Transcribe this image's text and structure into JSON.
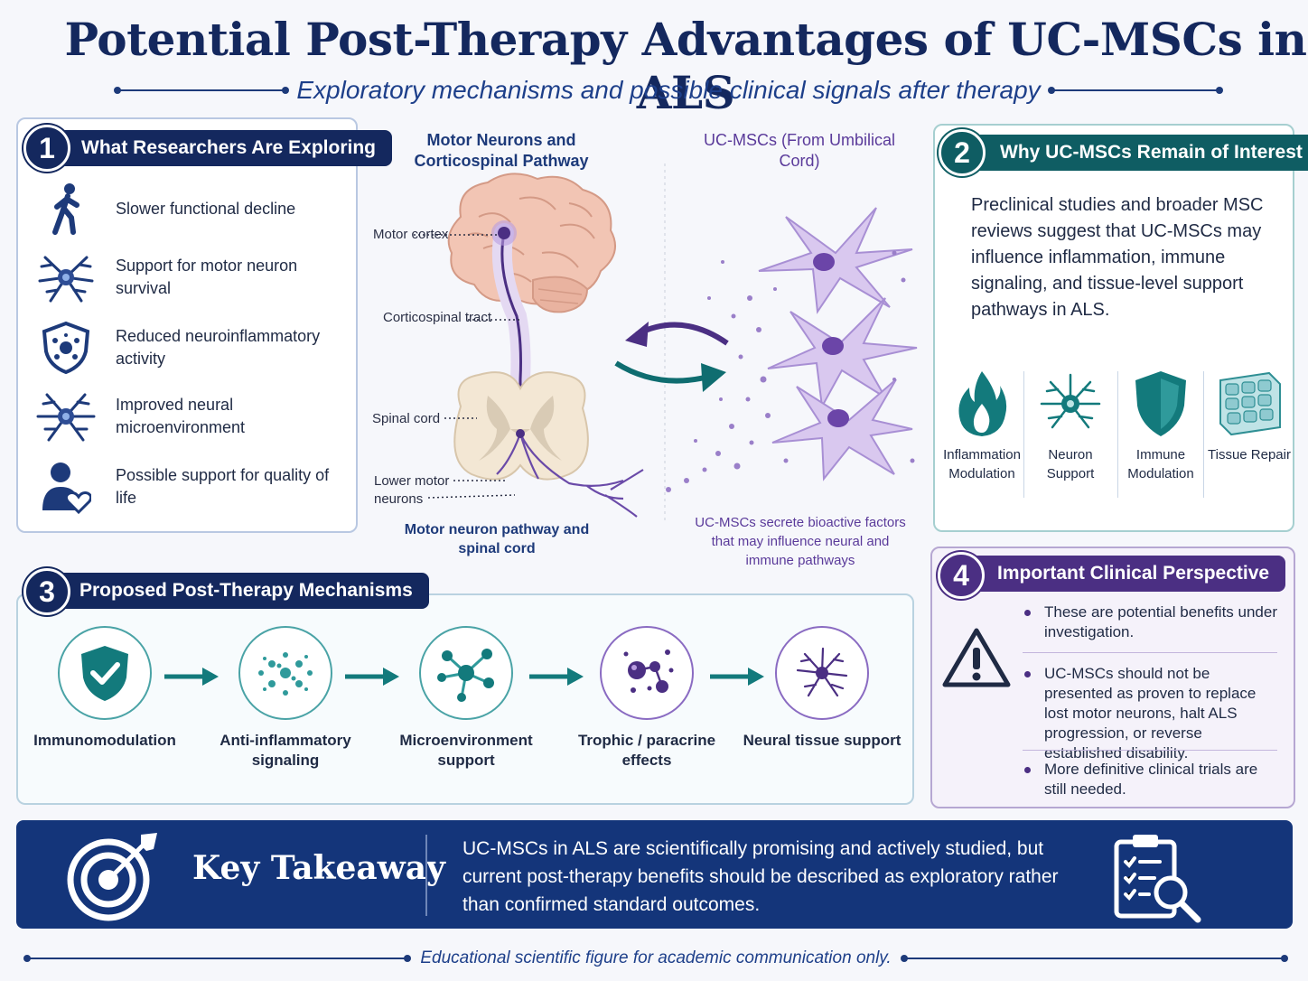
{
  "header": {
    "title": "Potential Post-Therapy Advantages of UC-MSCs in ALS",
    "subtitle": "Exploratory mechanisms and possible clinical signals after therapy"
  },
  "panel1": {
    "number": "1",
    "title": "What Researchers Are Exploring",
    "items": [
      {
        "label": "Slower functional decline",
        "icon": "walking-person-icon"
      },
      {
        "label": "Support for motor neuron survival",
        "icon": "neuron-icon"
      },
      {
        "label": "Reduced neuroinflammatory activity",
        "icon": "shield-cell-icon"
      },
      {
        "label": "Improved neural microenvironment",
        "icon": "neuron-icon"
      },
      {
        "label": "Possible support for quality of life",
        "icon": "person-heart-icon"
      }
    ]
  },
  "center": {
    "left_title": "Motor Neurons and Corticospinal Pathway",
    "right_title": "UC-MSCs (From Umbilical Cord)",
    "labels": {
      "motor_cortex": "Motor cortex",
      "corticospinal": "Corticospinal tract",
      "spinal_cord": "Spinal cord",
      "lower_motor": "Lower motor neurons"
    },
    "left_caption": "Motor neuron pathway and spinal cord",
    "right_caption": "UC-MSCs secrete bioactive factors that may influence neural and immune pathways"
  },
  "panel2": {
    "number": "2",
    "title": "Why UC-MSCs Remain of Interest",
    "text": "Preclinical studies and broader MSC reviews suggest that UC-MSCs may influence inflammation, immune signaling, and tissue-level support pathways in ALS.",
    "items": [
      {
        "label": "Inflammation Modulation",
        "icon": "flame-icon"
      },
      {
        "label": "Neuron Support",
        "icon": "neuron-icon"
      },
      {
        "label": "Immune Modulation",
        "icon": "shield-icon"
      },
      {
        "label": "Tissue Repair",
        "icon": "tissue-icon"
      }
    ]
  },
  "panel3": {
    "number": "3",
    "title": "Proposed Post-Therapy Mechanisms",
    "steps": [
      {
        "label": "Immunomodulation",
        "icon": "shield-check-icon"
      },
      {
        "label": "Anti-inflammatory signaling",
        "icon": "particles-icon"
      },
      {
        "label": "Microenvironment support",
        "icon": "molecule-icon"
      },
      {
        "label": "Trophic / paracrine effects",
        "icon": "paracrine-icon"
      },
      {
        "label": "Neural tissue support",
        "icon": "neuron-icon"
      }
    ]
  },
  "panel4": {
    "number": "4",
    "title": "Important Clinical Perspective",
    "points": [
      "These are potential benefits under investigation.",
      "UC-MSCs should not be presented as proven to replace lost motor neurons, halt ALS progression, or reverse established disability.",
      "More definitive clinical trials are still needed."
    ]
  },
  "takeaway": {
    "title": "Key Takeaway",
    "text": "UC-MSCs in ALS are scientifically promising and actively studied, but current post-therapy benefits should be described as exploratory rather than confirmed standard outcomes."
  },
  "footer": "Educational scientific figure for academic communication only.",
  "colors": {
    "navy": "#14285e",
    "teal": "#0f5d63",
    "purple": "#4b2f83",
    "lavender": "#c9b5e6"
  }
}
